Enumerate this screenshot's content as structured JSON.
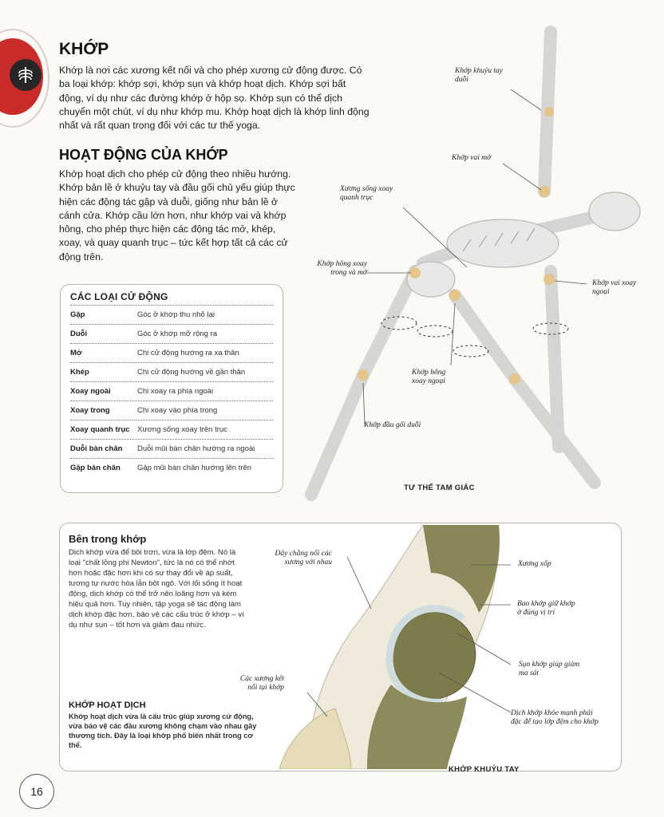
{
  "header": {
    "title": "KHỚP",
    "icon": "ribcage-icon",
    "accent_color": "#c92a2a"
  },
  "intro": "Khớp là nơi các xương kết nối và cho phép xương cử động được. Có ba loại khớp: khớp sợi, khớp sụn và khớp hoạt dịch. Khớp sợi bất động, ví dụ như các đường khớp ở hộp sọ. Khớp sụn có thể dịch chuyển một chút, ví dụ như khớp mu. Khớp hoạt dịch là khớp linh động nhất và rất quan trọng đối với các tư thế yoga.",
  "activity": {
    "heading": "HOẠT ĐỘNG CỦA KHỚP",
    "text": "Khớp hoạt dịch cho phép cử động theo nhiều hướng. Khớp bản lề ở khuỷu tay và đầu gối chủ yếu giúp thực hiện các động tác gập và duỗi, giống như bản lề ở cánh cửa. Khớp cầu lớn hơn, như khớp vai và khớp hông, cho phép thực hiện các động tác mở, khép, xoay, và quay quanh trục – tức kết hợp tất cả các cử động trên."
  },
  "movements": {
    "title": "CÁC LOẠI CỬ ĐỘNG",
    "rows": [
      {
        "term": "Gập",
        "def": "Góc ở khớp thu nhỏ lại"
      },
      {
        "term": "Duỗi",
        "def": "Góc ở khớp mở rộng ra"
      },
      {
        "term": "Mở",
        "def": "Chi cử động hướng ra xa thân"
      },
      {
        "term": "Khép",
        "def": "Chi cử động hướng về gần thân"
      },
      {
        "term": "Xoay ngoài",
        "def": "Chi xoay ra phía ngoài"
      },
      {
        "term": "Xoay trong",
        "def": "Chi xoay vào phía trong"
      },
      {
        "term": "Xoay quanh trục",
        "def": "Xương sống xoay trên trục"
      },
      {
        "term": "Duỗi bàn chân",
        "def": "Duỗi mũi bàn chân hướng ra ngoài"
      },
      {
        "term": "Gập bàn chân",
        "def": "Gập mũi bàn chân hướng lên trên"
      }
    ]
  },
  "pose_figure": {
    "caption": "TƯ THẾ TAM GIÁC",
    "labels": {
      "elbow": "Khớp khuỷu tay duỗi",
      "shoulder_open": "Khớp vai mở",
      "spine": "Xương sống xoay quanh trục",
      "hip_internal": "Khớp hông xoay trong và mở",
      "shoulder_external": "Khớp vai xoay ngoại",
      "hip_external": "Khớp hông xoay ngoại",
      "knee": "Khớp đầu gối duỗi"
    }
  },
  "inside_joint": {
    "title": "Bên trong khớp",
    "text": "Dịch khớp vừa để bôi trơn, vừa là lớp đệm. Nó là loại \"chất lỏng phi Newton\", tức là nó có thể nhớt hơn hoặc đặc hơn khi có sự thay đổi về áp suất, tương tự nước hòa lẫn bột ngô. Với lối sống ít hoạt động, dịch khớp có thể trở nên loãng hơn và kém hiệu quả hơn. Tuy nhiên, tập yoga sẽ tác động làm dịch khớp đặc hơn, bảo vệ các cấu trúc ở khớp – ví dụ như sụn – tốt hơn và giảm đau nhức.",
    "synovial_title": "KHỚP HOẠT DỊCH",
    "synovial_text": "Khớp hoạt dịch vừa là cấu trúc giúp xương cử động, vừa bảo vệ các đầu xương không chạm vào nhau gây thương tích. Đây là loại khớp phổ biến nhất trong cơ thể.",
    "caption": "KHỚP KHUỶU TAY",
    "labels": {
      "ligament": "Dây chằng nối các xương với nhau",
      "spongy": "Xương xốp",
      "capsule": "Bao khớp giữ khớp ở đúng vị trí",
      "cartilage": "Sụn khớp giúp giảm ma sát",
      "fluid": "Dịch khớp khỏe mạnh phải đặc để tạo lớp đệm cho khớp",
      "bones": "Các xương kết nối tại khớp"
    }
  },
  "page_number": "16"
}
